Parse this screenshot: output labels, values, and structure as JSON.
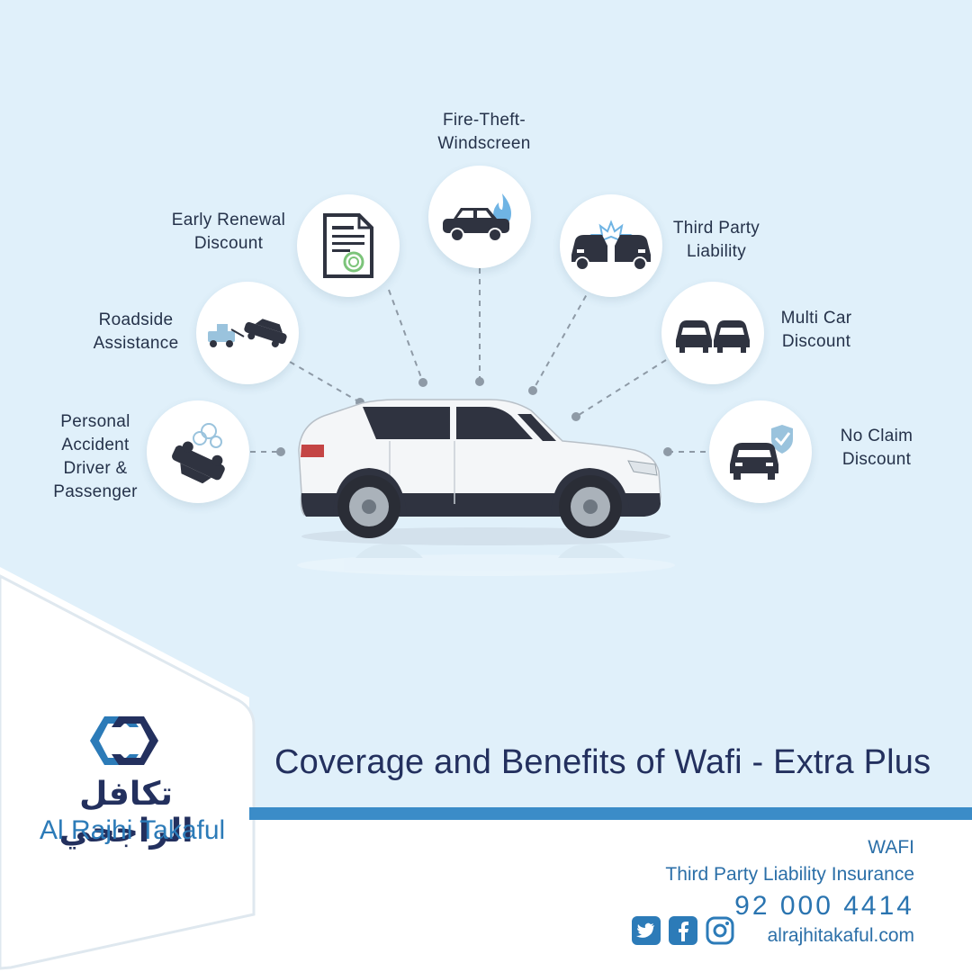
{
  "benefits": [
    {
      "id": "personal",
      "lines": [
        "Personal",
        "Accident",
        "Driver &",
        "Passenger"
      ],
      "icon": "overturned-car-icon"
    },
    {
      "id": "roadside",
      "lines": [
        "Roadside",
        "Assistance"
      ],
      "icon": "tow-truck-icon"
    },
    {
      "id": "renewal",
      "lines": [
        "Early Renewal",
        "Discount"
      ],
      "icon": "certificate-document-icon"
    },
    {
      "id": "fire",
      "lines": [
        "Fire-Theft-",
        "Windscreen"
      ],
      "icon": "car-on-fire-icon"
    },
    {
      "id": "tpl",
      "lines": [
        "Third Party",
        "Liability"
      ],
      "icon": "car-collision-icon"
    },
    {
      "id": "multi",
      "lines": [
        "Multi Car",
        "Discount"
      ],
      "icon": "two-cars-icon"
    },
    {
      "id": "noclaim",
      "lines": [
        "No Claim",
        "Discount"
      ],
      "icon": "car-shield-check-icon"
    }
  ],
  "title": "Coverage and Benefits of  Wafi - Extra Plus",
  "footer": {
    "brand": "WAFI",
    "product": "Third Party Liability Insurance",
    "phone": "92 000 4414",
    "website": "alrajhitakaful.com",
    "social_icons": [
      "twitter-icon",
      "facebook-icon",
      "instagram-icon"
    ]
  },
  "logo": {
    "arabic": "تكافل الراجحي",
    "english": "Al Rajhi Takaful"
  },
  "colors": {
    "background": "#e0f0fa",
    "navy": "#23305e",
    "accent_blue": "#3b8cc8",
    "icon_dark": "#2f3340",
    "logo_blue": "#2c7bb8"
  }
}
